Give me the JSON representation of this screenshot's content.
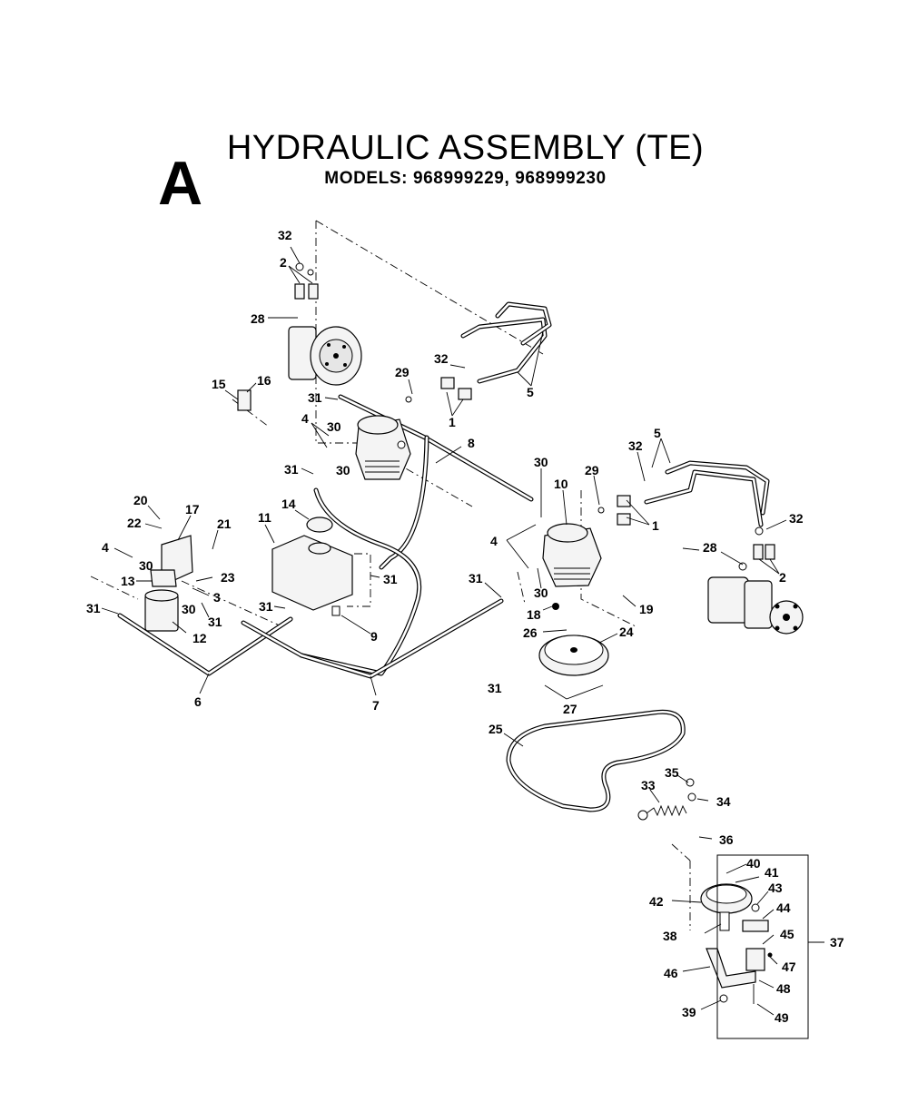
{
  "page_letter": "A",
  "title": "HYDRAULIC ASSEMBLY (TE)",
  "subtitle": "MODELS:  968999229,  968999230",
  "callouts": [
    {
      "id": "c32a",
      "text": "32"
    },
    {
      "id": "c2a",
      "text": "2"
    },
    {
      "id": "c28a",
      "text": "28"
    },
    {
      "id": "c32b",
      "text": "32"
    },
    {
      "id": "c29a",
      "text": "29"
    },
    {
      "id": "c1a",
      "text": "1"
    },
    {
      "id": "c5a",
      "text": "5"
    },
    {
      "id": "c15",
      "text": "15"
    },
    {
      "id": "c16",
      "text": "16"
    },
    {
      "id": "c31a",
      "text": "31"
    },
    {
      "id": "c4a",
      "text": "4"
    },
    {
      "id": "c30a",
      "text": "30"
    },
    {
      "id": "c30b",
      "text": "30"
    },
    {
      "id": "c8",
      "text": "8"
    },
    {
      "id": "c31b",
      "text": "31"
    },
    {
      "id": "c14",
      "text": "14"
    },
    {
      "id": "c11",
      "text": "11"
    },
    {
      "id": "c20",
      "text": "20"
    },
    {
      "id": "c22",
      "text": "22"
    },
    {
      "id": "c17",
      "text": "17"
    },
    {
      "id": "c21",
      "text": "21"
    },
    {
      "id": "c4b",
      "text": "4"
    },
    {
      "id": "c30c",
      "text": "30"
    },
    {
      "id": "c13",
      "text": "13"
    },
    {
      "id": "c23",
      "text": "23"
    },
    {
      "id": "c3",
      "text": "3"
    },
    {
      "id": "c30d",
      "text": "30"
    },
    {
      "id": "c31c",
      "text": "31"
    },
    {
      "id": "c31d",
      "text": "31"
    },
    {
      "id": "c12",
      "text": "12"
    },
    {
      "id": "c31e",
      "text": "31"
    },
    {
      "id": "c31f",
      "text": "31"
    },
    {
      "id": "c9",
      "text": "9"
    },
    {
      "id": "c6",
      "text": "6"
    },
    {
      "id": "c7",
      "text": "7"
    },
    {
      "id": "c30e",
      "text": "30"
    },
    {
      "id": "c10",
      "text": "10"
    },
    {
      "id": "c29b",
      "text": "29"
    },
    {
      "id": "c32c",
      "text": "32"
    },
    {
      "id": "c5b",
      "text": "5"
    },
    {
      "id": "c1b",
      "text": "1"
    },
    {
      "id": "c32d",
      "text": "32"
    },
    {
      "id": "c28b",
      "text": "28"
    },
    {
      "id": "c2b",
      "text": "2"
    },
    {
      "id": "c4c",
      "text": "4"
    },
    {
      "id": "c31g",
      "text": "31"
    },
    {
      "id": "c30f",
      "text": "30"
    },
    {
      "id": "c18",
      "text": "18"
    },
    {
      "id": "c19",
      "text": "19"
    },
    {
      "id": "c26",
      "text": "26"
    },
    {
      "id": "c24",
      "text": "24"
    },
    {
      "id": "c31h",
      "text": "31"
    },
    {
      "id": "c27",
      "text": "27"
    },
    {
      "id": "c25",
      "text": "25"
    },
    {
      "id": "c35",
      "text": "35"
    },
    {
      "id": "c33",
      "text": "33"
    },
    {
      "id": "c34",
      "text": "34"
    },
    {
      "id": "c36",
      "text": "36"
    },
    {
      "id": "c40",
      "text": "40"
    },
    {
      "id": "c41",
      "text": "41"
    },
    {
      "id": "c42",
      "text": "42"
    },
    {
      "id": "c43",
      "text": "43"
    },
    {
      "id": "c44",
      "text": "44"
    },
    {
      "id": "c38",
      "text": "38"
    },
    {
      "id": "c45",
      "text": "45"
    },
    {
      "id": "c37",
      "text": "37"
    },
    {
      "id": "c47",
      "text": "47"
    },
    {
      "id": "c46",
      "text": "46"
    },
    {
      "id": "c48",
      "text": "48"
    },
    {
      "id": "c39",
      "text": "39"
    },
    {
      "id": "c49",
      "text": "49"
    }
  ]
}
